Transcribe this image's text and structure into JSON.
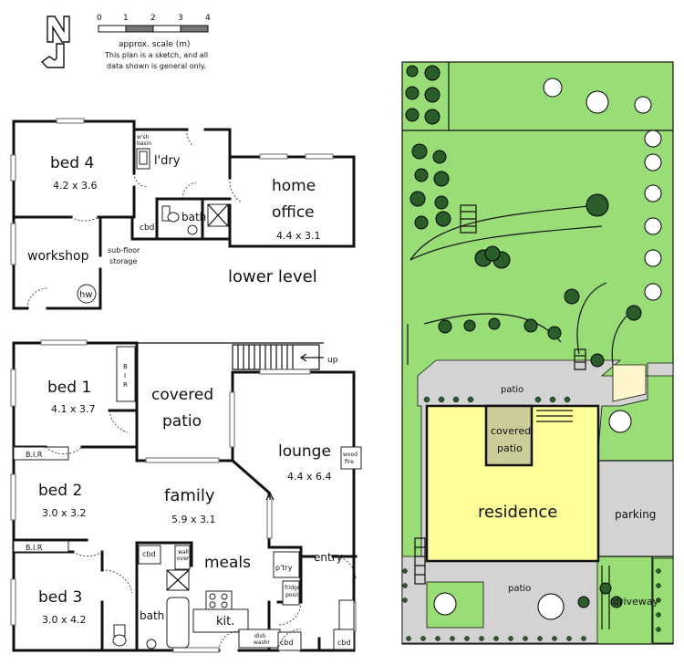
{
  "north_label": "N",
  "scale": {
    "ticks": [
      "0",
      "1",
      "2",
      "3",
      "4"
    ],
    "caption": "approx. scale (m)",
    "note_line1": "This plan is a sketch, and all",
    "note_line2": "data shown is general only."
  },
  "lower_level": {
    "title": "lower level",
    "bed4": {
      "name": "bed 4",
      "dims": "4.2 x 3.6"
    },
    "laundry": "l'dry",
    "wash_basin": [
      "w'sh",
      "basin"
    ],
    "bath": "bath",
    "cupboard": "cbd",
    "home_office": {
      "name_line1": "home",
      "name_line2": "office",
      "dims": "4.4 x 3.1"
    },
    "workshop": "workshop",
    "subfloor": [
      "sub-floor",
      "storage"
    ],
    "hot_water": "hw"
  },
  "upper_level": {
    "bed1": {
      "name": "bed 1",
      "dims": "4.1 x 3.7"
    },
    "bir": [
      "B",
      "I",
      "R"
    ],
    "bir_label": "B.I.R",
    "covered_patio": {
      "line1": "covered",
      "line2": "patio"
    },
    "stairs_label": "up",
    "lounge": {
      "name": "lounge",
      "dims": "4.4 x 6.4"
    },
    "wood_fire": [
      "wood",
      "fire"
    ],
    "bed2": {
      "name": "bed 2",
      "dims": "3.0 x 3.2"
    },
    "family": {
      "name": "family",
      "dims": "5.9 x 3.1"
    },
    "bed3": {
      "name": "bed 3",
      "dims": "3.0 x 4.2"
    },
    "cupboard": "cbd",
    "wall_oven": [
      "wall",
      "oven"
    ],
    "meals": "meals",
    "pantry": "p'try",
    "fridge": [
      "fridge",
      "posn"
    ],
    "entry": "entry",
    "bath": "bath",
    "kitchen": "kit.",
    "dishwasher": [
      "dish",
      "washr"
    ]
  },
  "site": {
    "patio_top": "patio",
    "covered_patio": {
      "line1": "covered",
      "line2": "patio"
    },
    "residence": "residence",
    "parking": "parking",
    "patio_bottom": "patio",
    "driveway": "driveway"
  },
  "colors": {
    "lawn": "#99dd77",
    "paving": "#d3d3d3",
    "residence": "#ffff99",
    "covered_patio": "#cccc99",
    "tree_dark": "#2a5d2a",
    "deck": "#fff6cc"
  }
}
